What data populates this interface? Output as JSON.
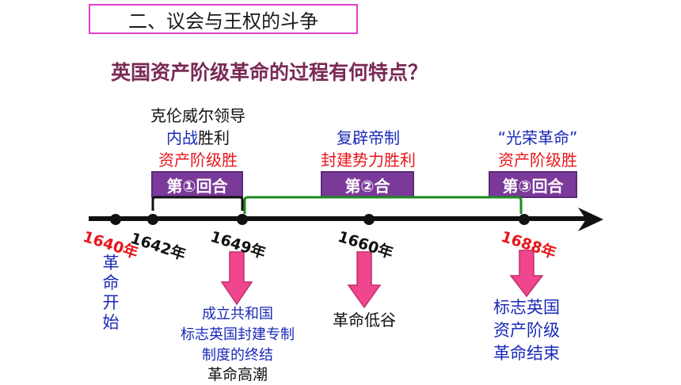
{
  "section_title": "二、议会与王权的斗争",
  "question": "英国资产阶级革命的过程有何特点？",
  "round1": {
    "line1": "克伦威尔领导",
    "line2_blue": "内战",
    "line2_black": "胜利",
    "line3": "资产阶级胜",
    "badge": "第①回合"
  },
  "round2": {
    "line1": "复辟帝制",
    "line2": "封建势力胜利",
    "badge": "第②合"
  },
  "round3": {
    "line1": "“光荣革命”",
    "line2": "资产阶级胜",
    "badge": "第③回合"
  },
  "years": {
    "y1640": "1640年",
    "y1642": "1642年",
    "y1649": "1649年",
    "y1660": "1660年",
    "y1688": "1688年"
  },
  "events": {
    "revolution_start": "革命开始",
    "republic_l1": "成立共和国",
    "republic_l2": "标志英国封建专制",
    "republic_l3": "制度的终结",
    "climax": "革命高潮",
    "low": "革命低谷",
    "end_l1": "标志英国",
    "end_l2": "资产阶级",
    "end_l3": "革命结束"
  },
  "colors": {
    "title_border": "#e040c8",
    "question": "#7a2a55",
    "badge": "#7b3a9a",
    "arrow": "#f0458f",
    "bracket": "#1e8a1e",
    "blue": "#1a2ab8",
    "red": "#e8161b"
  }
}
